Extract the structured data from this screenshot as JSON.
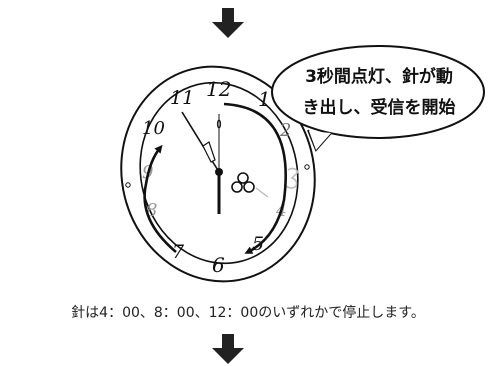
{
  "callout": {
    "line1": "3秒間点灯、針が動",
    "line2": "き出し、受信を開始"
  },
  "clock": {
    "numerals": {
      "n12": "12",
      "n1": "1",
      "n2": "2",
      "n10": "10",
      "n11": "11",
      "n9": "9",
      "n8": "8",
      "n7": "7",
      "n6": "6",
      "n5": "5",
      "n4": "4"
    }
  },
  "caption": "針は4：00、8：00、12：00のいずれかで停止します。"
}
